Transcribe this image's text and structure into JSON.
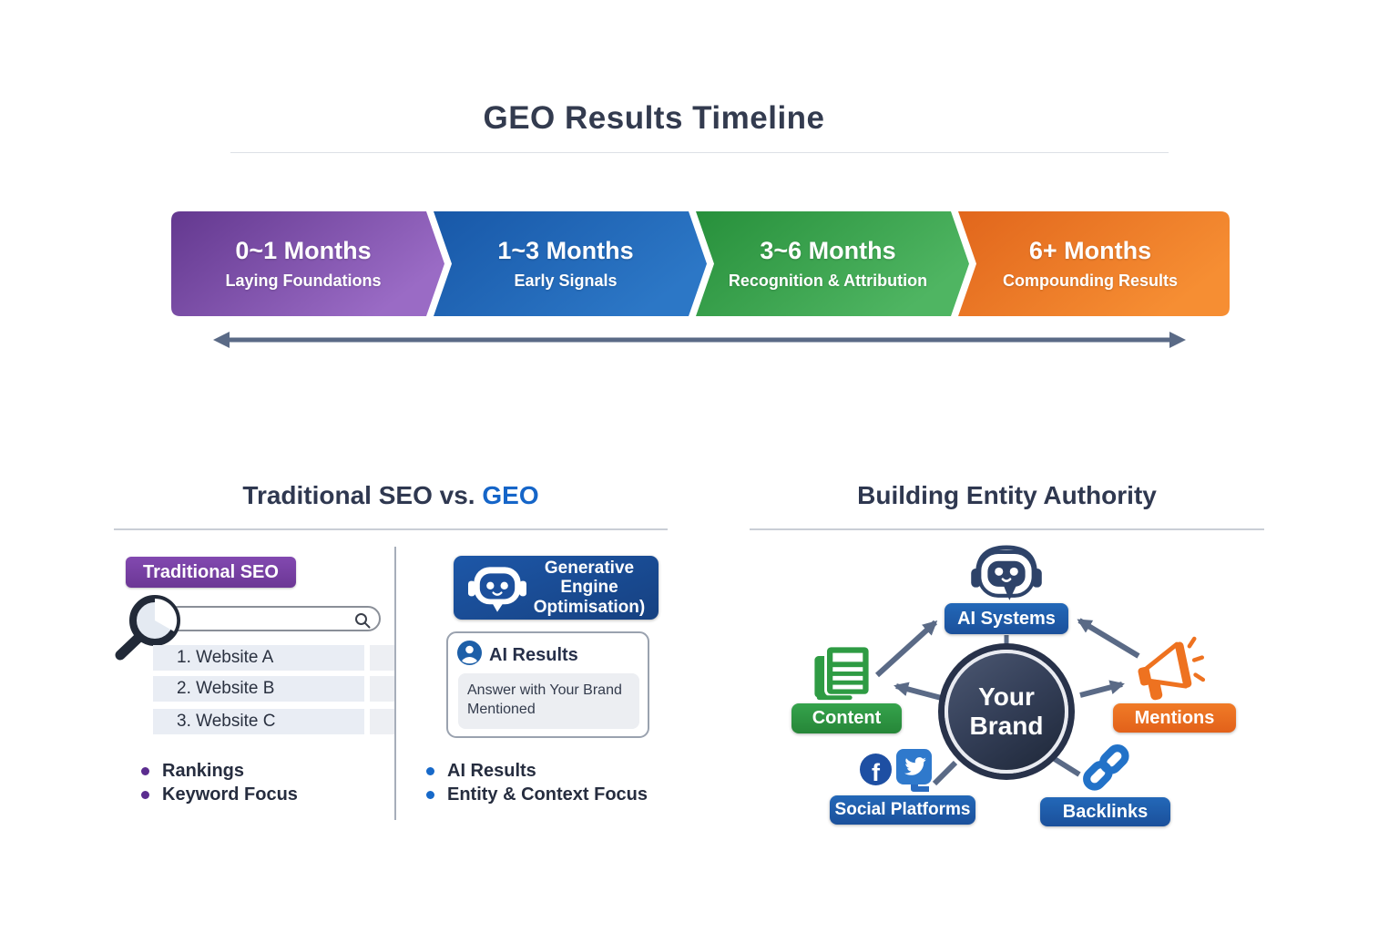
{
  "colors": {
    "purple": "#7445A4",
    "blue": "#1C5FAE",
    "green": "#2E9B43",
    "orange": "#EE7220",
    "slate_text": "#333B4F",
    "arrow_gray": "#5A6A86",
    "geo_accent_blue": "#1565C8"
  },
  "header": {
    "title": "GEO Results Timeline"
  },
  "timeline": {
    "stages": [
      {
        "months": "0~1 Months",
        "label": "Laying Foundations"
      },
      {
        "months": "1~3 Months",
        "label": "Early Signals"
      },
      {
        "months": "3~6 Months",
        "label": "Recognition & Attribution"
      },
      {
        "months": "6+ Months",
        "label": "Compounding Results"
      }
    ]
  },
  "comparison": {
    "title": "Traditional SEO vs.",
    "title_accent": "GEO",
    "traditional": {
      "badge": "Traditional SEO",
      "results": [
        "1. Website A",
        "2. Website B",
        "3. Website C"
      ],
      "bullets": [
        "Rankings",
        "Keyword Focus"
      ]
    },
    "geo": {
      "badge_lines": [
        "Generative",
        "Engine",
        "Optimisation)"
      ],
      "card_title": "AI Results",
      "card_body": "Answer with Your Brand Mentioned",
      "bullets": [
        "AI Results",
        "Entity & Context Focus"
      ]
    }
  },
  "entity": {
    "title": "Building Entity Authority",
    "center_lines": [
      "Your",
      "Brand"
    ],
    "nodes": {
      "ai": "AI Systems",
      "content": "Content",
      "mentions": "Mentions",
      "social": "Social Platforms",
      "backlinks": "Backlinks"
    }
  },
  "icons": {
    "facebook_glyph": "f"
  }
}
